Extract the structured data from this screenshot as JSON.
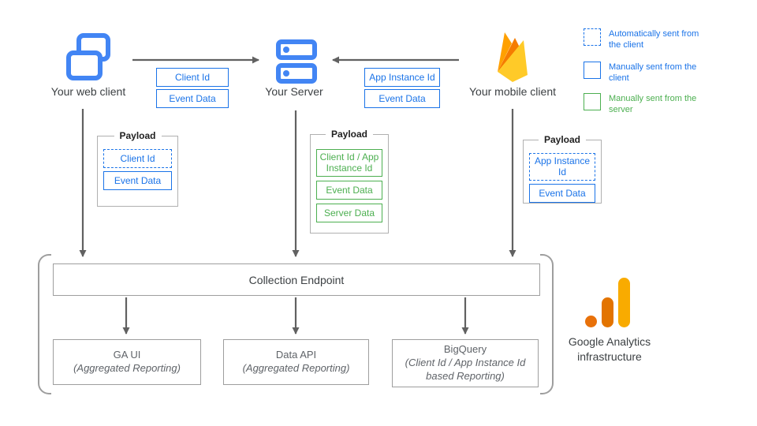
{
  "clients": {
    "web": {
      "label": "Your web client"
    },
    "server": {
      "label": "Your Server"
    },
    "mobile": {
      "label": "Your mobile client"
    }
  },
  "flows": {
    "web_to_server": {
      "chips": [
        "Client Id",
        "Event Data"
      ]
    },
    "mobile_to_server": {
      "chips": [
        "App Instance Id",
        "Event Data"
      ]
    }
  },
  "legend": {
    "items": [
      {
        "label": "Automatically sent from the client",
        "swatch": "dashed-blue-square"
      },
      {
        "label": "Manually sent from the client",
        "swatch": "solid-blue-square"
      },
      {
        "label": "Manually sent from the server",
        "swatch": "solid-green-square"
      }
    ]
  },
  "payloads": {
    "web": {
      "title": "Payload",
      "items": [
        {
          "label": "Client Id",
          "style": "dashed-blue"
        },
        {
          "label": "Event Data",
          "style": "solid-blue"
        }
      ]
    },
    "server": {
      "title": "Payload",
      "items": [
        {
          "label": "Client Id / App Instance Id",
          "style": "solid-green"
        },
        {
          "label": "Event Data",
          "style": "solid-green"
        },
        {
          "label": "Server Data",
          "style": "solid-green"
        }
      ]
    },
    "mobile": {
      "title": "Payload",
      "items": [
        {
          "label": "App Instance Id",
          "style": "dashed-blue"
        },
        {
          "label": "Event Data",
          "style": "solid-blue"
        }
      ]
    }
  },
  "infrastructure": {
    "endpoint": "Collection Endpoint",
    "services": [
      {
        "title": "GA UI",
        "subtitle": "(Aggregated Reporting)"
      },
      {
        "title": "Data API",
        "subtitle": "(Aggregated Reporting)"
      },
      {
        "title": "BigQuery",
        "subtitle": "(Client Id / App Instance Id based Reporting)"
      }
    ],
    "caption": "Google Analytics infrastructure"
  },
  "icons": {
    "web": "overlapping-browser-windows-icon",
    "server": "server-stack-icon",
    "mobile": "firebase-flame-icon",
    "analytics": "google-analytics-bars-logo"
  },
  "colors": {
    "blue": "#1a73e8",
    "icon_blue": "#4285f4",
    "green": "#4caf50",
    "arrow_gray": "#616161",
    "border_gray": "#9e9e9e",
    "firebase_amber": "#FFA000",
    "firebase_orange": "#F57C00",
    "firebase_yellow": "#FFCA28",
    "ga_orange": "#E8710A",
    "ga_deep_orange": "#E37400",
    "ga_amber": "#F9AB00"
  }
}
